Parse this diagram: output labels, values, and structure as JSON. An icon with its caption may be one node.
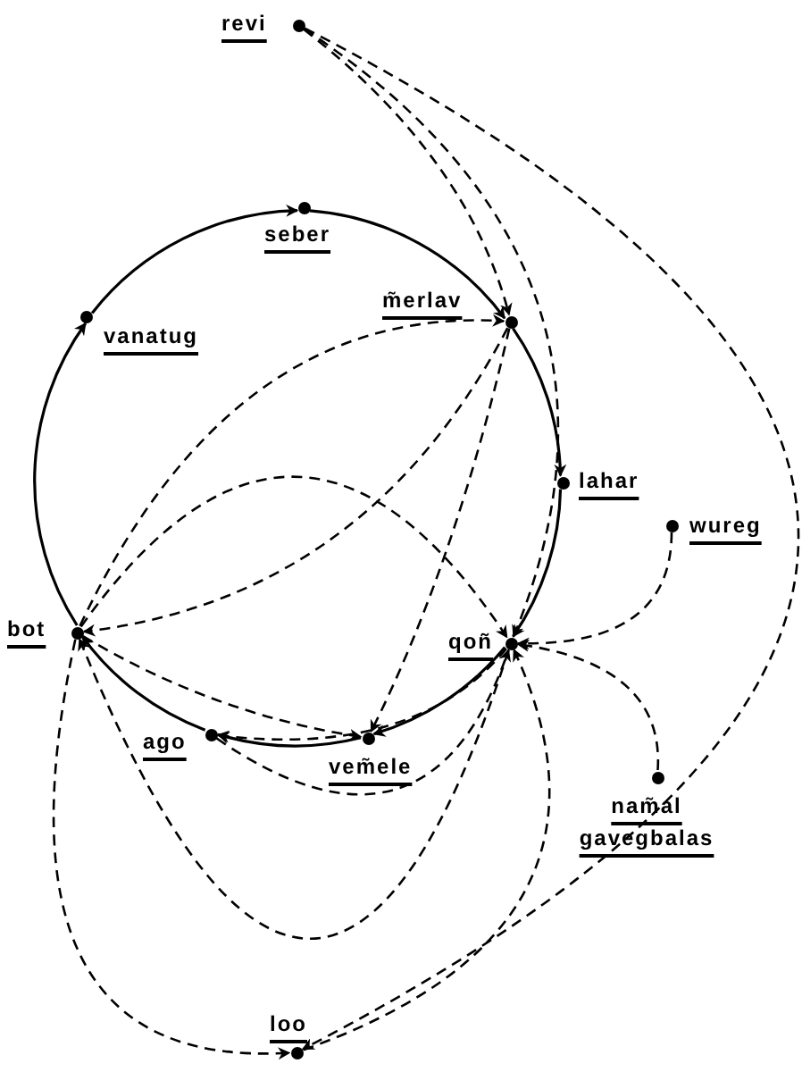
{
  "diagram": {
    "nodes": [
      {
        "text": [],
        "shape": "circle",
        "beside": [
          "revi"
        ]
      },
      {
        "text": [],
        "shape": "circle",
        "beside": [
          "seber"
        ]
      },
      {
        "text": [],
        "shape": "circle",
        "beside": [
          "vanatug"
        ]
      },
      {
        "text": [],
        "shape": "circle",
        "beside": [
          "m̃erlav"
        ]
      },
      {
        "text": [],
        "shape": "circle",
        "beside": [
          "lahar"
        ]
      },
      {
        "text": [],
        "shape": "circle",
        "beside": [
          "wureg"
        ]
      },
      {
        "text": [],
        "shape": "circle",
        "beside": [
          "bot"
        ]
      },
      {
        "text": [],
        "shape": "circle",
        "beside": [
          "qoñ"
        ]
      },
      {
        "text": [],
        "shape": "circle",
        "beside": [
          "ago"
        ]
      },
      {
        "text": [],
        "shape": "circle",
        "beside": [
          "vem̃ele"
        ]
      },
      {
        "text": [],
        "shape": "circle",
        "beside": [
          "nam̃al gavegbalas"
        ]
      },
      {
        "text": [],
        "shape": "circle",
        "beside": [
          "loo"
        ]
      }
    ],
    "edges": [
      {
        "from": 2,
        "to": 1,
        "arrow": "to"
      },
      {
        "from": 1,
        "to": 3,
        "arrow": "to"
      },
      {
        "from": 3,
        "to": 4,
        "arrow": "to"
      },
      {
        "from": 4,
        "to": 7,
        "arrow": "to"
      },
      {
        "from": 7,
        "to": 9,
        "arrow": "to"
      },
      {
        "from": 9,
        "to": 8,
        "arrow": "to"
      },
      {
        "from": 8,
        "to": 6,
        "arrow": "to"
      },
      {
        "from": 6,
        "to": 2,
        "arrow": "to"
      },
      {
        "from": 0,
        "to": 3,
        "arrow": "to",
        "style": "dashed"
      },
      {
        "from": 0,
        "to": 7,
        "arrow": "to",
        "style": "dashed"
      },
      {
        "from": 0,
        "to": 11,
        "arrow": "to",
        "style": "dashed"
      },
      {
        "from": 6,
        "to": 3,
        "arrow": "to",
        "style": "dashed"
      },
      {
        "from": 3,
        "to": 6,
        "arrow": "to",
        "style": "dashed"
      },
      {
        "from": 3,
        "to": 9,
        "arrow": "to",
        "style": "dashed"
      },
      {
        "from": 6,
        "to": 7,
        "arrow": "to",
        "style": "dashed"
      },
      {
        "from": 6,
        "to": 9,
        "arrow": "to",
        "style": "dashed"
      },
      {
        "from": 7,
        "to": 8,
        "arrow": "to",
        "style": "dashed"
      },
      {
        "from": 8,
        "to": 7,
        "arrow": "to",
        "style": "dashed"
      },
      {
        "from": 6,
        "to": 11,
        "arrow": "to",
        "style": "dashed"
      },
      {
        "from": 7,
        "to": 6,
        "arrow": "to",
        "style": "dashed"
      },
      {
        "from": 11,
        "to": 7,
        "arrow": "to",
        "style": "dashed"
      },
      {
        "from": 5,
        "to": 7,
        "arrow": "to",
        "style": "dashed"
      },
      {
        "from": 10,
        "to": 7,
        "arrow": "to",
        "style": "dashed"
      }
    ]
  }
}
